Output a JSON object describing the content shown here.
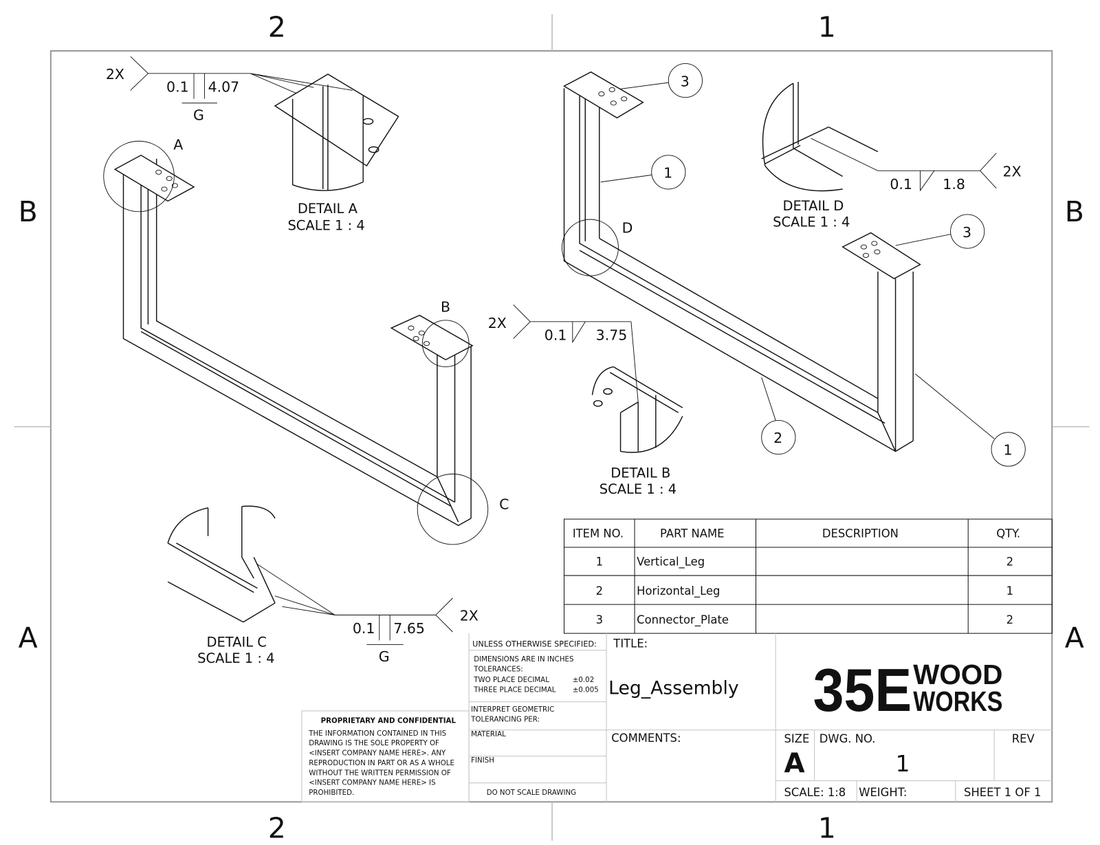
{
  "zones": {
    "top": [
      "2",
      "1"
    ],
    "bottom": [
      "2",
      "1"
    ],
    "left": [
      "B",
      "A"
    ],
    "right": [
      "B",
      "A"
    ]
  },
  "views": {
    "detail_labels": [
      "A",
      "B",
      "C",
      "D"
    ],
    "detail_a": {
      "title": "DETAIL A",
      "scale": "SCALE 1 : 4"
    },
    "detail_b": {
      "title": "DETAIL B",
      "scale": "SCALE 1 : 4"
    },
    "detail_c": {
      "title": "DETAIL C",
      "scale": "SCALE 1 : 4"
    },
    "detail_d": {
      "title": "DETAIL D",
      "scale": "SCALE 1 : 4"
    }
  },
  "welds": {
    "a": {
      "count": "2X",
      "size": "0.1",
      "length": "4.07",
      "finish": "G"
    },
    "b": {
      "count": "2X",
      "size": "0.1",
      "length": "3.75"
    },
    "c": {
      "count": "2X",
      "size": "0.1",
      "length": "7.65",
      "finish": "G"
    },
    "d": {
      "count": "2X",
      "size": "0.1",
      "length": "1.8"
    }
  },
  "balloons": [
    "3",
    "1",
    "3",
    "2",
    "1"
  ],
  "bom": {
    "headers": [
      "ITEM NO.",
      "PART NAME",
      "DESCRIPTION",
      "QTY."
    ],
    "rows": [
      {
        "item": "1",
        "part": "Vertical_Leg",
        "description": "",
        "qty": "2"
      },
      {
        "item": "2",
        "part": "Horizontal_Leg",
        "description": "",
        "qty": "1"
      },
      {
        "item": "3",
        "part": "Connector_Plate",
        "description": "",
        "qty": "2"
      }
    ]
  },
  "title_block": {
    "unless": "UNLESS OTHERWISE SPECIFIED:",
    "dims": "DIMENSIONS ARE IN INCHES",
    "tolerances": "TOLERANCES:",
    "two_place": "TWO PLACE DECIMAL",
    "two_place_tol": "±0.02",
    "three_place": "THREE PLACE DECIMAL",
    "three_place_tol": "±0.005",
    "interpret1": "INTERPRET GEOMETRIC",
    "interpret2": "TOLERANCING PER:",
    "material": "MATERIAL",
    "finish": "FINISH",
    "do_not_scale": "DO NOT SCALE DRAWING",
    "title_label": "TITLE:",
    "title": "Leg_Assembly",
    "comments": "COMMENTS:",
    "logo": "35E WOOD WORKS",
    "logo_main": "35E",
    "logo_top": "WOOD",
    "logo_bottom": "WORKS",
    "size_label": "SIZE",
    "size": "A",
    "dwg_no_label": "DWG.  NO.",
    "dwg_no": "1",
    "rev_label": "REV",
    "scale": "SCALE: 1:8",
    "weight": "WEIGHT:",
    "sheet": "SHEET 1 OF 1"
  },
  "proprietary": {
    "heading": "PROPRIETARY AND CONFIDENTIAL",
    "lines": [
      "THE INFORMATION CONTAINED IN THIS",
      "DRAWING IS THE SOLE PROPERTY OF",
      "<INSERT COMPANY NAME HERE>.  ANY",
      "REPRODUCTION IN PART OR AS A WHOLE",
      "WITHOUT THE WRITTEN PERMISSION OF",
      "<INSERT COMPANY NAME HERE> IS",
      "PROHIBITED."
    ]
  }
}
